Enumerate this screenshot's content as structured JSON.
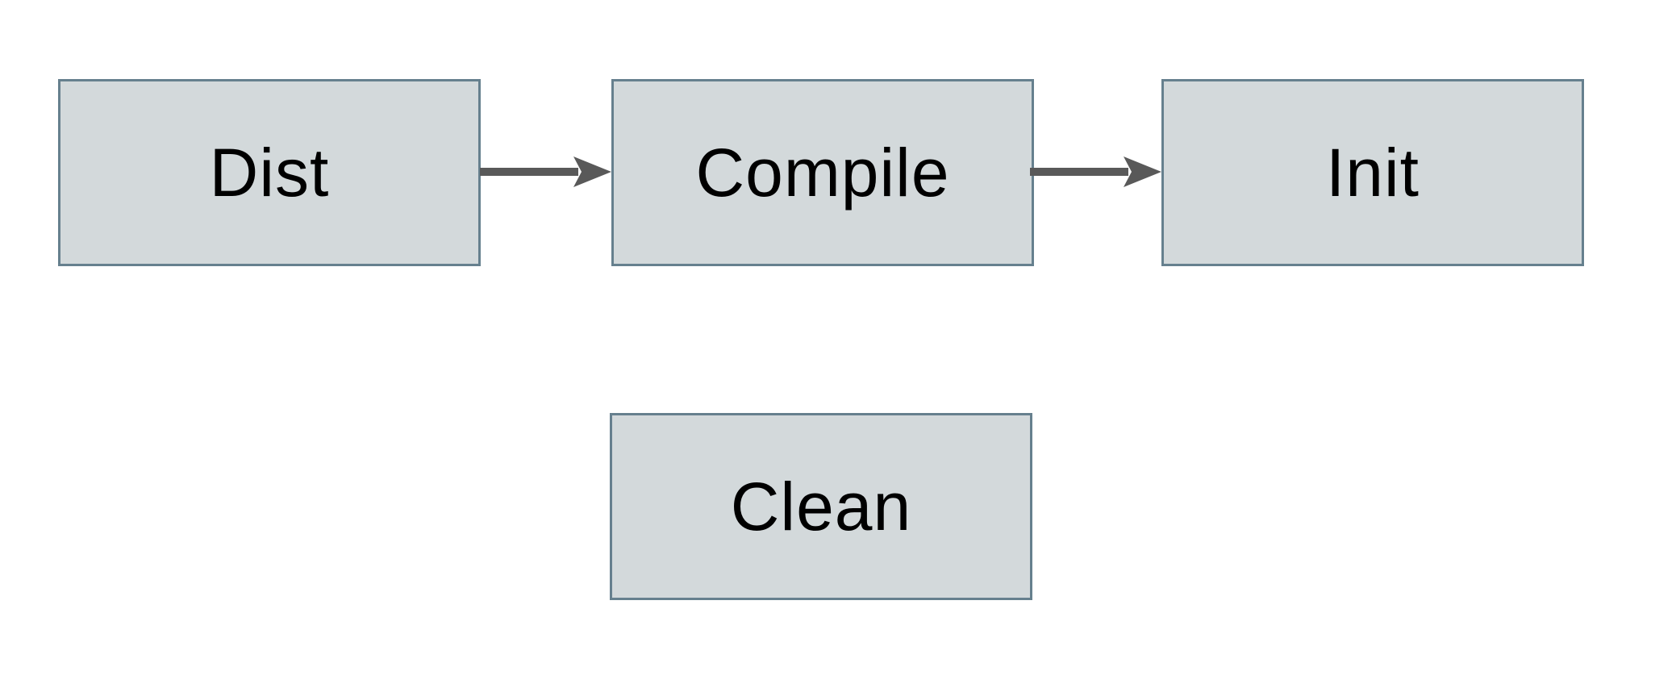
{
  "diagram": {
    "nodes": [
      {
        "id": "dist",
        "label": "Dist"
      },
      {
        "id": "compile",
        "label": "Compile"
      },
      {
        "id": "init",
        "label": "Init"
      },
      {
        "id": "clean",
        "label": "Clean"
      }
    ],
    "edges": [
      {
        "from": "Dist",
        "to": "Compile",
        "direction": "right"
      },
      {
        "from": "Compile",
        "to": "Init",
        "direction": "right"
      }
    ],
    "colors": {
      "node_fill": "#d3d9db",
      "node_border": "#66808e",
      "arrow": "#595959",
      "text": "#000000",
      "background": "#ffffff"
    }
  }
}
